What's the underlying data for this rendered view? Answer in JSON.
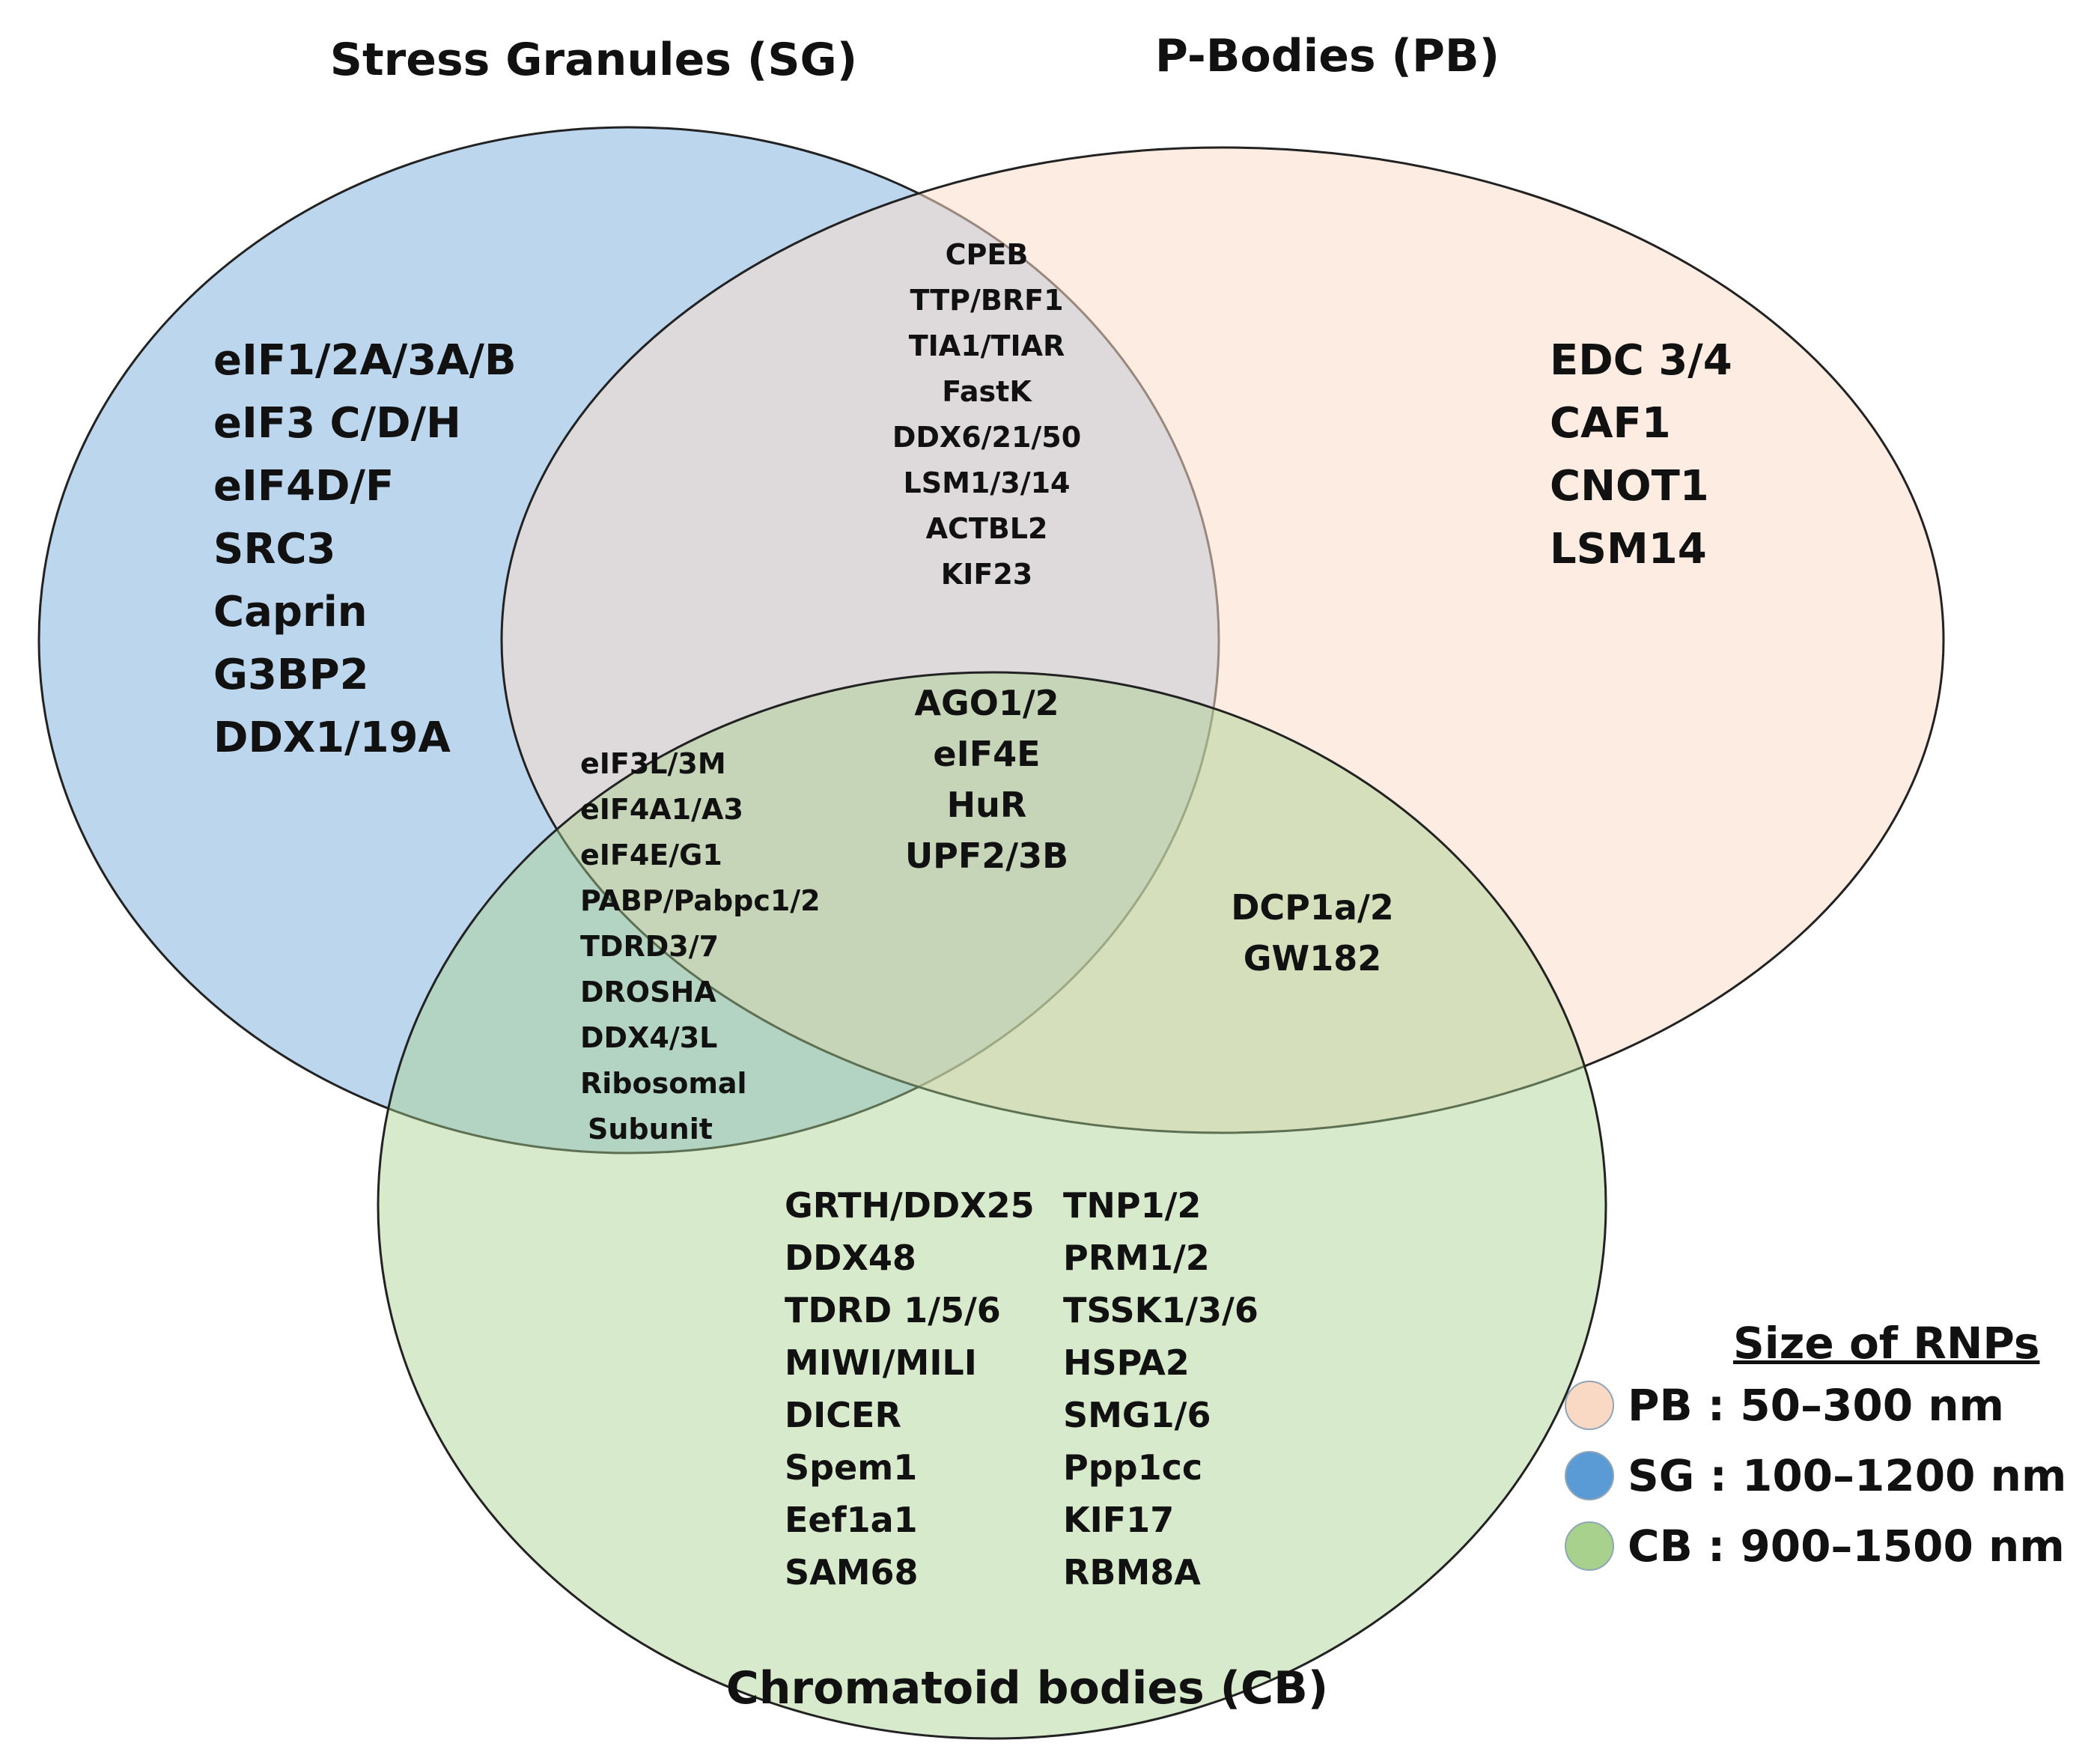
{
  "titles": {
    "sg": "Stress Granules (SG)",
    "pb": "P-Bodies (PB)",
    "cb": "Chromatoid bodies (CB)"
  },
  "regions": {
    "sg_only": [
      "eIF1/2A/3A/B",
      "eIF3 C/D/H",
      "eIF4D/F",
      "SRC3",
      "Caprin",
      "G3BP2",
      "DDX1/19A"
    ],
    "pb_only": [
      "EDC 3/4",
      "CAF1",
      "CNOT1",
      "LSM14"
    ],
    "sg_pb": [
      "CPEB",
      "TTP/BRF1",
      "TIA1/TIAR",
      "FastK",
      "DDX6/21/50",
      "LSM1/3/14",
      "ACTBL2",
      "KIF23"
    ],
    "all_three": [
      "AGO1/2",
      "eIF4E",
      "HuR",
      "UPF2/3B"
    ],
    "sg_cb": [
      "eIF3L/3M",
      "eIF4A1/A3",
      "eIF4E/G1",
      "PABP/Pabpc1/2",
      "TDRD3/7",
      "DROSHA",
      "DDX4/3L",
      "Ribosomal",
      "Subunit"
    ],
    "pb_cb": [
      "DCP1a/2",
      "GW182"
    ],
    "cb_only_col1": [
      "GRTH/DDX25",
      "DDX48",
      "TDRD 1/5/6",
      "MIWI/MILI",
      "DICER",
      "Spem1",
      "Eef1a1",
      "SAM68"
    ],
    "cb_only_col2": [
      "TNP1/2",
      "PRM1/2",
      "TSSK1/3/6",
      "HSPA2",
      "SMG1/6",
      "Ppp1cc",
      "KIF17",
      "RBM8A"
    ]
  },
  "legend": {
    "title": "Size of RNPs",
    "items": [
      {
        "label": "PB : 50–300 nm",
        "color": "#f9d9c4"
      },
      {
        "label": "SG : 100–1200 nm",
        "color": "#5b9bd5"
      },
      {
        "label": "CB : 900–1500 nm",
        "color": "#a9d18e"
      }
    ]
  },
  "colors": {
    "sg_fill": "#5b9bd5",
    "pb_fill": "#f8cbad",
    "cb_fill": "#a9d18e",
    "outline": "#222222"
  }
}
